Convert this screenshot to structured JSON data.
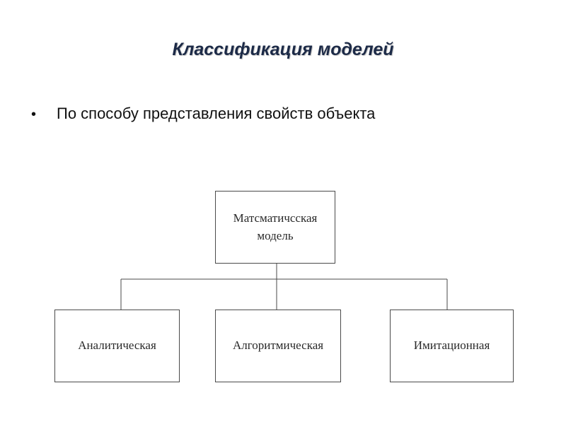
{
  "slide": {
    "title": "Классификация моделей",
    "bullet": "По способу представления свойств объекта"
  },
  "diagram": {
    "root": "Матсматичсская модель",
    "children": [
      "Аналитическая",
      "Алгоритмическая",
      "Имитационная"
    ]
  },
  "colors": {
    "title": "#1c2a47",
    "line": "#4a4a4a"
  }
}
